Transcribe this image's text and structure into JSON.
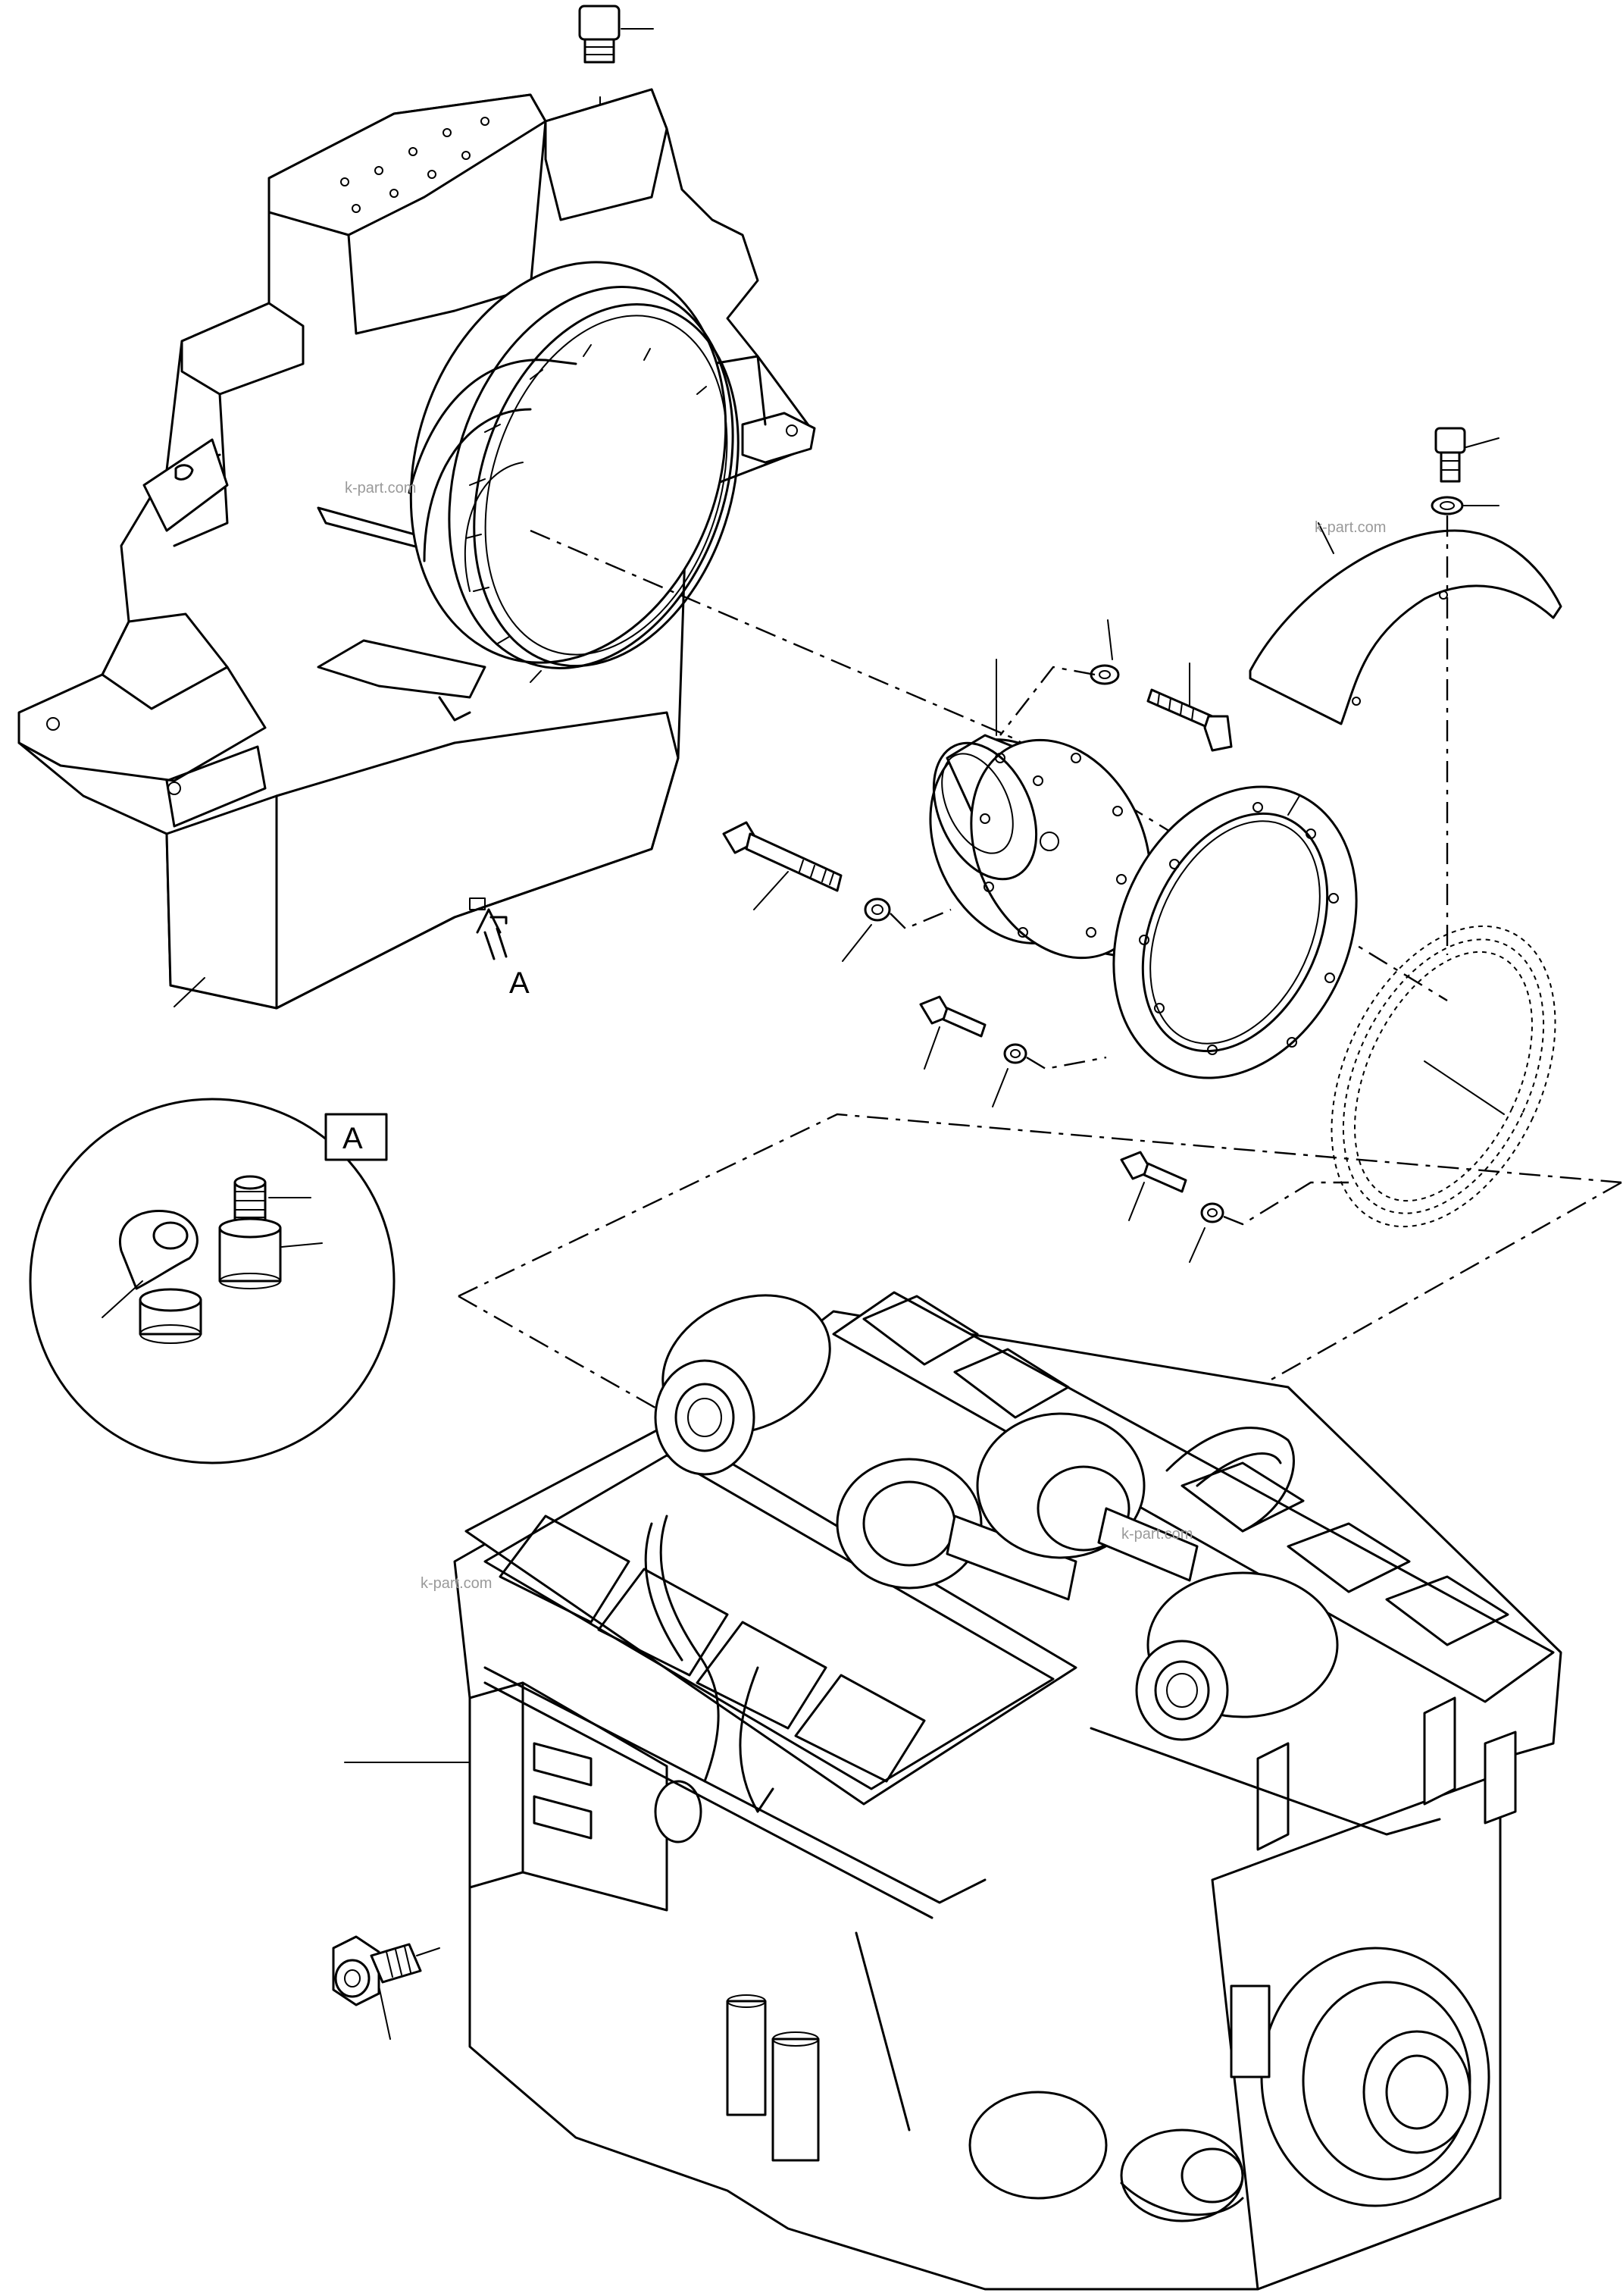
{
  "detail": {
    "box_label": "A",
    "arrow_label": "A"
  },
  "watermarks": [
    "k-part.com",
    "k-part.com",
    "k-part.com",
    "k-part.com"
  ]
}
